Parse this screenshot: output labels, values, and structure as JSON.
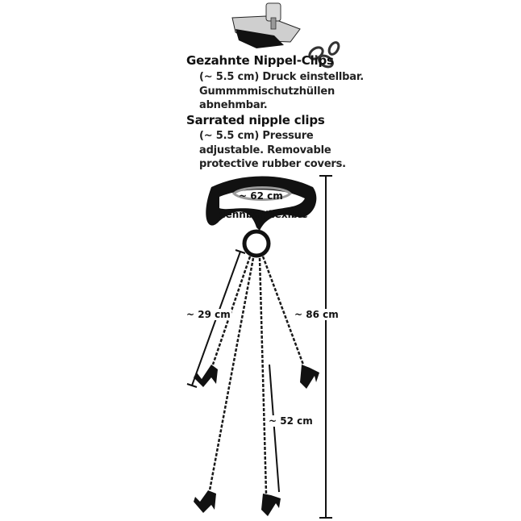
{
  "description_de": {
    "title": "Gezahnte Nippel-Clips",
    "line1": "(~ 5.5 cm) Druck einstellbar.",
    "line2": "Gummmmischutzhüllen",
    "line3": "abnehmbar."
  },
  "description_en": {
    "title": "Sarrated nipple clips",
    "line1": "(~ 5.5 cm) Pressure",
    "line2": "adjustable. Removable",
    "line3": "protective rubber covers."
  },
  "measurements": {
    "strap_circumference": "~ 62 cm",
    "strap_note": "dehnbar/flexible",
    "short_chain": "~ 29 cm",
    "total_length": "~ 86 cm",
    "long_chain": "~ 52 cm"
  },
  "colors": {
    "strap": "#111111",
    "chain": "#1a1a1a",
    "ring": "#111111",
    "arrow": "#9a9a9a",
    "metal": "#b8b8b8"
  }
}
